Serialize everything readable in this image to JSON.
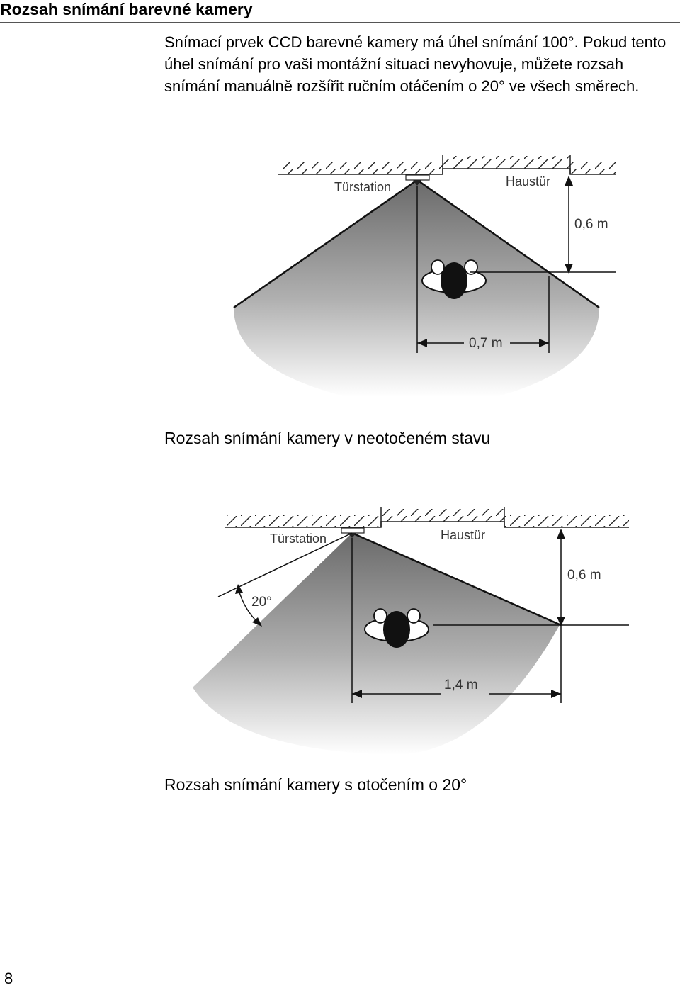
{
  "header": {
    "title": "Rozsah snímání barevné kamery"
  },
  "intro": {
    "text": "Snímací prvek CCD barevné kamery má úhel snímání 100°. Pokud tento úhel snímání pro vaši montážní situaci nevyhovuje, můžete rozsah snímání manuálně rozšířit ručním otáčením o 20° ve všech směrech."
  },
  "figure1": {
    "label_station": "Türstation",
    "label_door": "Haustür",
    "dim_vertical": "0,6 m",
    "dim_horizontal": "0,7 m",
    "caption": "Rozsah snímání kamery v neotočeném stavu"
  },
  "figure2": {
    "label_station": "Türstation",
    "label_door": "Haustür",
    "angle": "20°",
    "dim_vertical": "0,6 m",
    "dim_horizontal": "1,4 m",
    "caption": "Rozsah snímání kamery s otočením o 20°"
  },
  "page": {
    "number": "8"
  }
}
